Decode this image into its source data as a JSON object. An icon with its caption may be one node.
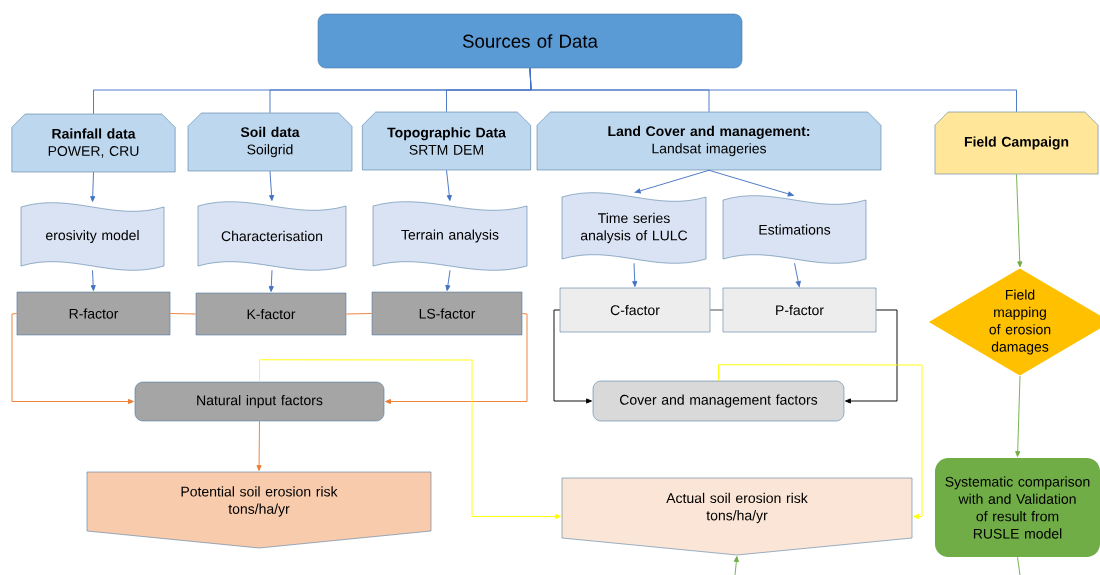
{
  "diagram": {
    "nodes": [
      {
        "text": [
          "Sources of Data"
        ]
      },
      {
        "text": [
          "Rainfall data",
          "POWER, CRU"
        ]
      },
      {
        "text": [
          "Soil data",
          "Soilgrid"
        ]
      },
      {
        "text": [
          "Topographic Data",
          "SRTM DEM"
        ]
      },
      {
        "text": [
          "Land Cover and management:",
          "Landsat imageries"
        ]
      },
      {
        "text": [
          "Field Campaign"
        ]
      },
      {
        "text": [
          "erosivity model"
        ]
      },
      {
        "text": [
          "Characterisation"
        ]
      },
      {
        "text": [
          "Terrain analysis"
        ]
      },
      {
        "text": [
          "Time series analysis of LULC"
        ]
      },
      {
        "text": [
          "Estimations"
        ]
      },
      {
        "text": [
          "R-factor"
        ]
      },
      {
        "text": [
          "K-factor"
        ]
      },
      {
        "text": [
          "LS-factor"
        ]
      },
      {
        "text": [
          "C-factor"
        ]
      },
      {
        "text": [
          "P-factor"
        ]
      },
      {
        "text": [
          "Natural input factors"
        ]
      },
      {
        "text": [
          "Cover and management factors"
        ]
      },
      {
        "text": [
          "Field mapping of erosion damages"
        ]
      },
      {
        "text": [
          "Potential soil erosion risk",
          "tons/ha/yr"
        ]
      },
      {
        "text": [
          "Actual soil erosion risk",
          "tons/ha/yr"
        ]
      },
      {
        "text": [
          "Systematic comparison with and Validation of result from RUSLE model"
        ]
      }
    ],
    "edges": [
      {
        "from": 0,
        "to": 1,
        "arrow": "none"
      },
      {
        "from": 0,
        "to": 2,
        "arrow": "none"
      },
      {
        "from": 0,
        "to": 3,
        "arrow": "none"
      },
      {
        "from": 0,
        "to": 4,
        "arrow": "none"
      },
      {
        "from": 0,
        "to": 5,
        "arrow": "none"
      },
      {
        "from": 1,
        "to": 6,
        "arrow": "to"
      },
      {
        "from": 2,
        "to": 7,
        "arrow": "to"
      },
      {
        "from": 3,
        "to": 8,
        "arrow": "to"
      },
      {
        "from": 4,
        "to": 9,
        "arrow": "to"
      },
      {
        "from": 4,
        "to": 10,
        "arrow": "to"
      },
      {
        "from": 6,
        "to": 11,
        "arrow": "to"
      },
      {
        "from": 7,
        "to": 12,
        "arrow": "to"
      },
      {
        "from": 8,
        "to": 13,
        "arrow": "to"
      },
      {
        "from": 9,
        "to": 14,
        "arrow": "to"
      },
      {
        "from": 10,
        "to": 15,
        "arrow": "to"
      },
      {
        "from": 11,
        "to": 12,
        "arrow": "none",
        "color": "#ed7d31"
      },
      {
        "from": 12,
        "to": 13,
        "arrow": "none",
        "color": "#ed7d31"
      },
      {
        "from": 14,
        "to": 15,
        "arrow": "none",
        "color": "#404040"
      },
      {
        "from": 11,
        "to": 16,
        "arrow": "to",
        "color": "#ed7d31"
      },
      {
        "from": 13,
        "to": 16,
        "arrow": "to",
        "color": "#ed7d31"
      },
      {
        "from": 14,
        "to": 17,
        "arrow": "to",
        "color": "#000000"
      },
      {
        "from": 15,
        "to": 17,
        "arrow": "to",
        "color": "#000000"
      },
      {
        "from": 16,
        "to": 19,
        "arrow": "to",
        "color": "#ed7d31"
      },
      {
        "from": 16,
        "to": 20,
        "arrow": "to",
        "color": "#ffff00"
      },
      {
        "from": 17,
        "to": 20,
        "arrow": "to",
        "color": "#ffff00"
      },
      {
        "from": 5,
        "to": 18,
        "arrow": "to",
        "color": "#70ad47"
      },
      {
        "from": 18,
        "to": 21,
        "arrow": "to",
        "color": "#70ad47"
      },
      {
        "from": 21,
        "to": null,
        "arrow": "none",
        "color": "#70ad47"
      },
      {
        "from": null,
        "to": 20,
        "arrow": "to",
        "color": "#70ad47"
      }
    ]
  }
}
